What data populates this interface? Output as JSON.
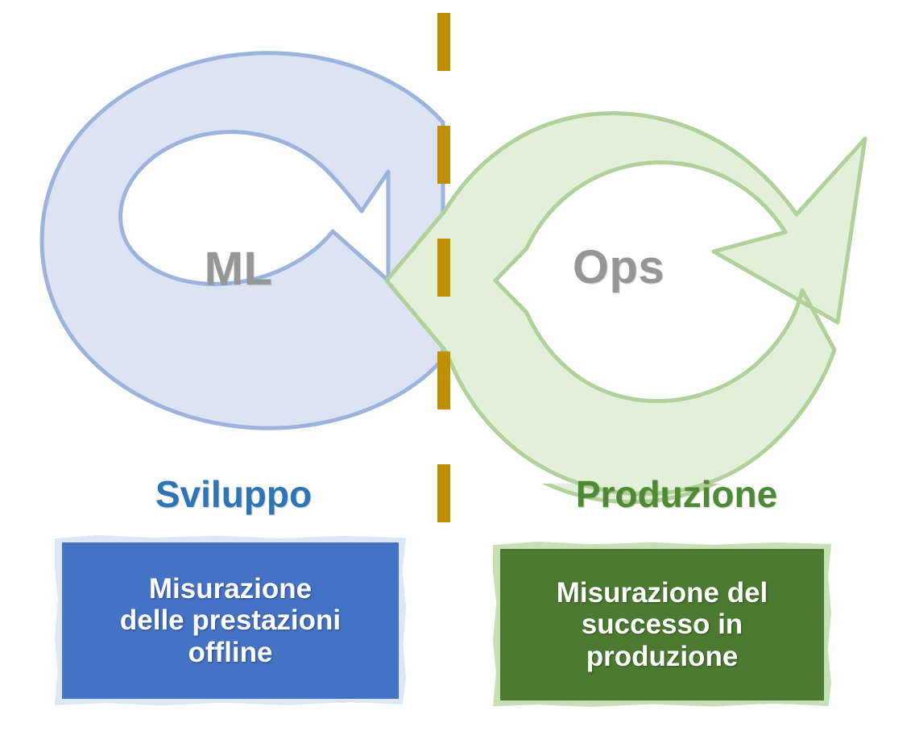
{
  "diagram": {
    "title": "MLOps ciclo: Sviluppo e Produzione",
    "colors": {
      "blue_ring_fill": "#DCE3F2",
      "blue_ring_stroke": "#9EB3DC",
      "green_ring_fill": "#E2EFD9",
      "green_ring_stroke": "#B2D09B",
      "divider_dash": "#BF8F00",
      "ring_label_text": "#969696",
      "caption_blue": "#2E75B6",
      "caption_green": "#4E8A34",
      "callout_blue_fill": "#4472C4",
      "callout_blue_border": "#DCE6F5",
      "callout_green_fill": "#4C7A30",
      "callout_green_border": "#C5E0B4",
      "background": "#FFFFFF"
    },
    "left": {
      "ring_label": "ML",
      "caption": "Sviluppo",
      "callout": "Misurazione delle prestazioni offline",
      "callout_lines": [
        "Misurazione",
        "delle prestazioni",
        "offline"
      ]
    },
    "right": {
      "ring_label": "Ops",
      "caption": "Produzione",
      "callout": "Misurazione del successo in produzione",
      "callout_lines": [
        "Misurazione del",
        "successo in",
        "produzione"
      ]
    },
    "divider": {
      "name": "dashed-divider",
      "orientation": "vertical",
      "style": "dashed",
      "color": "#BF8F00"
    }
  }
}
